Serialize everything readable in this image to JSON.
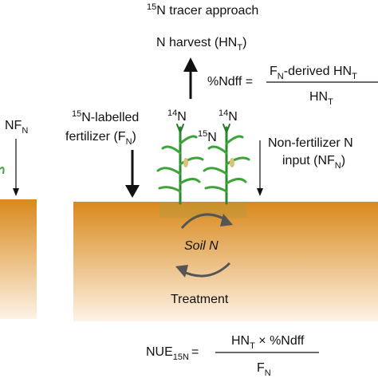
{
  "title": {
    "sup": "15",
    "text": "N tracer approach"
  },
  "harvest": {
    "text": "N harvest (HN",
    "sub": "T",
    "close": ")"
  },
  "ndff": {
    "lhs": "%Ndff =",
    "num_a": "F",
    "num_a_sub": "N",
    "num_b": "-derived HN",
    "num_b_sub": "T",
    "den": "HN",
    "den_sub": "T"
  },
  "left_nf": {
    "text": "NF",
    "sub": "N"
  },
  "fertilizer": {
    "line1_sup": "15",
    "line1": "N-labelled",
    "line2": "fertilizer (F",
    "line2_sub": "N",
    "line2_close": ")"
  },
  "plant_labels": [
    {
      "sup": "14",
      "text": "N"
    },
    {
      "sup": "15",
      "text": "N"
    },
    {
      "sup": "14",
      "text": "N"
    }
  ],
  "nonfert": {
    "line1": "Non-fertilizer N",
    "line2": "input (NF",
    "line2_sub": "N",
    "line2_close": ")"
  },
  "soil_label": "Soil N",
  "treatment": "Treatment",
  "nue": {
    "lhs": "NUE",
    "lhs_sub": "15N",
    "eq": "=",
    "num": "HN",
    "num_sub": "T",
    "num_rest": " × %Ndff",
    "den": "F",
    "den_sub": "N"
  },
  "colors": {
    "soil_top": "#d9891c",
    "soil_bottom": "#fdf3e6",
    "plant_green": "#3ea33a",
    "plant_dark": "#237a26",
    "arrow": "#111111"
  }
}
